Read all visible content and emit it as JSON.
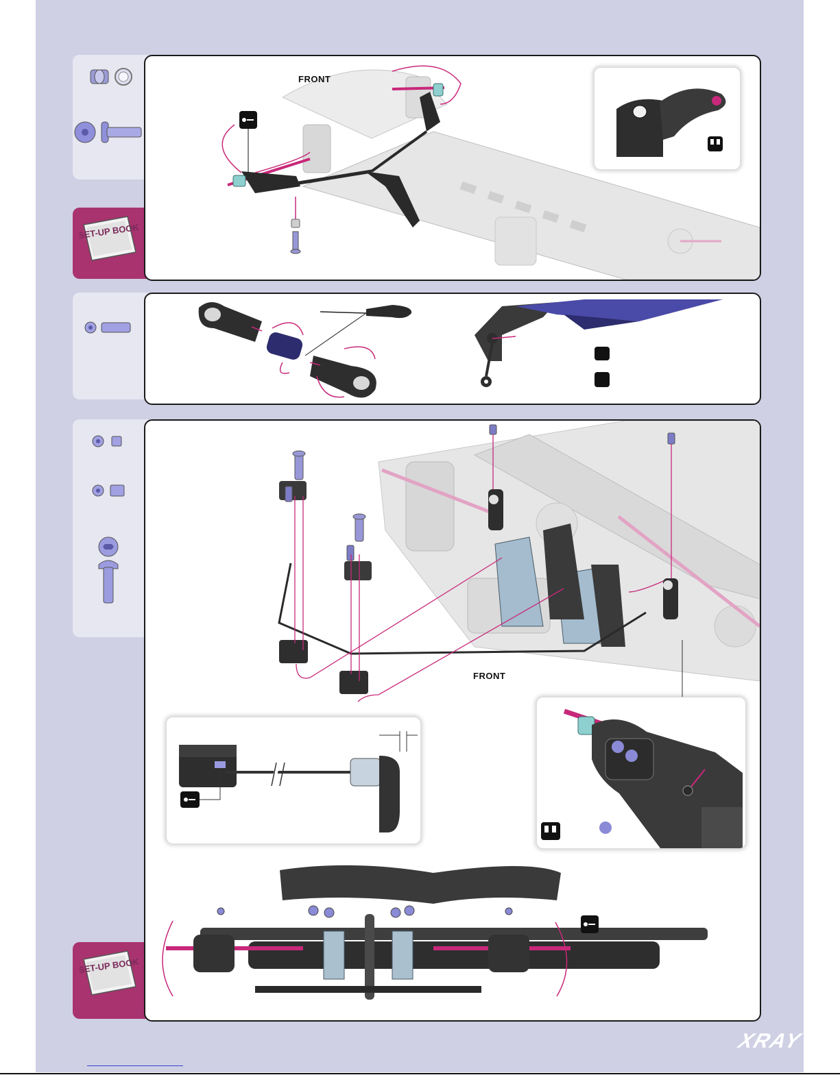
{
  "labels": {
    "front_label_top": "FRONT",
    "front_label_bottom": "FRONT",
    "setup_book_top": "SET-UP BOOK",
    "setup_book_bottom": "SET-UP BOOK",
    "logo": "XRAY"
  },
  "colors": {
    "page_background": "#cfd0e4",
    "side_column": "#e7e7f1",
    "accent_magenta": "#a8336f",
    "arrow_magenta": "#c8287a",
    "hardware_purple": "#8a8ad8",
    "part_black": "#2a2a2a"
  },
  "icons": [
    "ball-stud-icon",
    "ring-icon",
    "button-screw-icon",
    "screwdriver-icon",
    "hex-wrench-icon",
    "set-screw-icon",
    "spacer-icon",
    "thumbs-badge-icon"
  ]
}
